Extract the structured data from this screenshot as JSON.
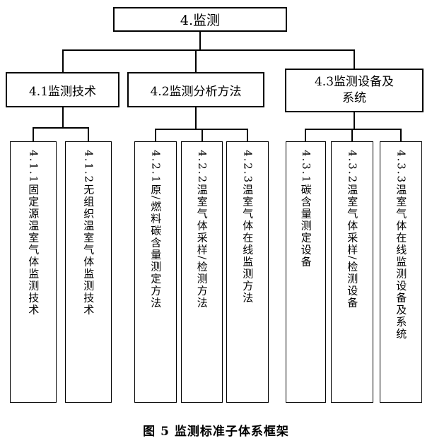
{
  "colors": {
    "line": "#000000",
    "background": "#ffffff",
    "text": "#000000"
  },
  "root": {
    "label": "4.监测"
  },
  "level2": [
    {
      "id": "4.1",
      "label": "4.1监测技术"
    },
    {
      "id": "4.2",
      "label": "4.2监测分析方法"
    },
    {
      "id": "4.3",
      "label": "4.3监测设备及\n系统"
    }
  ],
  "level3": [
    {
      "parent": "4.1",
      "label": "4.1.1固定源温室气体监测技术"
    },
    {
      "parent": "4.1",
      "label": "4.1.2无组织温室气体监测技术"
    },
    {
      "parent": "4.2",
      "label": "4.2.1原/燃料碳含量测定方法"
    },
    {
      "parent": "4.2",
      "label": "4.2.2温室气体采样/检测方法"
    },
    {
      "parent": "4.2",
      "label": "4.2.3温室气体在线监测方法"
    },
    {
      "parent": "4.3",
      "label": "4.3.1碳含量测定设备"
    },
    {
      "parent": "4.3",
      "label": "4.3.2温室气体采样/检测设备"
    },
    {
      "parent": "4.3",
      "label": "4.3.3温室气体在线监测设备及系统"
    }
  ],
  "caption": "图 5 监测标准子体系框架"
}
